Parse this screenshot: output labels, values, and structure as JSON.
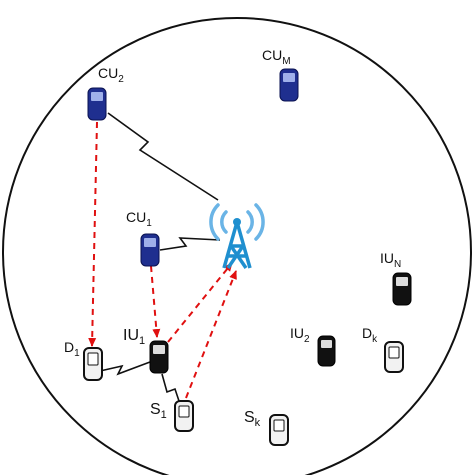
{
  "labels": {
    "cu2": "CU",
    "cu2_sub": "2",
    "cum": "CU",
    "cum_sub": "M",
    "cu1": "CU",
    "cu1_sub": "1",
    "iun": "IU",
    "iun_sub": "N",
    "iu1": "IU",
    "iu1_sub": "1",
    "iu2": "IU",
    "iu2_sub": "2",
    "d1": "D",
    "d1_sub": "1",
    "dk": "D",
    "dk_sub": "k",
    "s1": "S",
    "s1_sub": "1",
    "sk": "S",
    "sk_sub": "k"
  },
  "colors": {
    "cellular_user": "#1f2f8f",
    "idle_user": "#111111",
    "interference_arrow": "#e01010",
    "tower": "#1f8fcf",
    "tower_waves": "#6ab4e6"
  }
}
